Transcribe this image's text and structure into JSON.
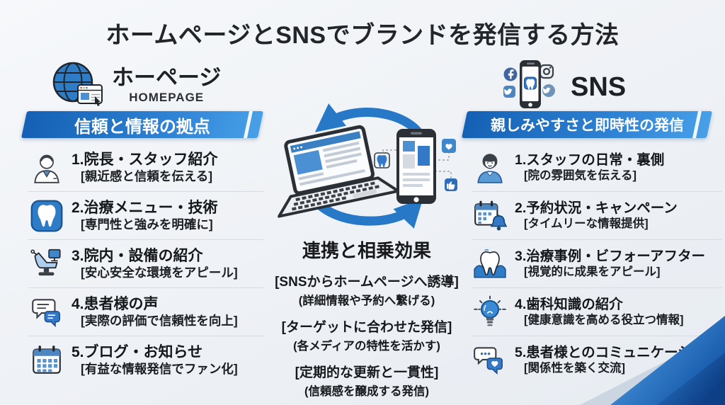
{
  "title": "ホームページとSNSでブランドを発信する方法",
  "homepage": {
    "heading": "ホーページ",
    "subheading": "HOMEPAGE",
    "banner": "信頼と情報の拠点",
    "items": [
      {
        "icon": "doctor-icon",
        "title": "1.院長・スタッフ紹介",
        "desc": "[親近感と信頼を伝える]"
      },
      {
        "icon": "tooth-app-icon",
        "title": "2.治療メニュー・技術",
        "desc": "[専門性と強みを明確に]"
      },
      {
        "icon": "dental-chair-icon",
        "title": "3.院内・設備の紹介",
        "desc": "[安心安全な環境をアピール]"
      },
      {
        "icon": "chat-bubbles-icon",
        "title": "4.患者様の声",
        "desc": "[実際の評価で信頼性を向上]"
      },
      {
        "icon": "calendar-icon",
        "title": "5.ブログ・お知らせ",
        "desc": "[有益な情報発信でファン化]"
      }
    ]
  },
  "sns": {
    "heading": "SNS",
    "banner": "親しみやすさと即時性の発信",
    "items": [
      {
        "icon": "staff-icon",
        "title": "1.スタッフの日常・裏側",
        "desc": "[院の雰囲気を伝える]"
      },
      {
        "icon": "calendar-bell-icon",
        "title": "2.予約状況・キャンペーン",
        "desc": "[タイムリーな情報提供]"
      },
      {
        "icon": "tooth-gum-icon",
        "title": "3.治療事例・ビフォーアフター",
        "desc": "[視覚的に成果をアピール]"
      },
      {
        "icon": "lightbulb-icon",
        "title": "4.歯科知識の紹介",
        "desc": "[健康意識を高める役立つ情報]"
      },
      {
        "icon": "chat-heart-icon",
        "title": "5.患者様とのコミュニケーション",
        "desc": "[関係性を築く交流]"
      }
    ]
  },
  "synergy": {
    "title": "連携と相乗効果",
    "points": [
      {
        "main": "[SNSからホームページへ誘導]",
        "sub": "(詳細情報や予約へ繋げる)"
      },
      {
        "main": "[ターゲットに合わせた発信]",
        "sub": "(各メディアの特性を活かす)"
      },
      {
        "main": "[定期的な更新と一貫性]",
        "sub": "(信頼感を醸成する発信)"
      }
    ]
  },
  "colors": {
    "banner_gradient_start": "#1460b4",
    "banner_gradient_end": "#48a0e8",
    "accent_blue": "#2878c8",
    "icon_blue": "#3478c8",
    "background": "#eef1f5",
    "text_dark": "#17191c"
  }
}
